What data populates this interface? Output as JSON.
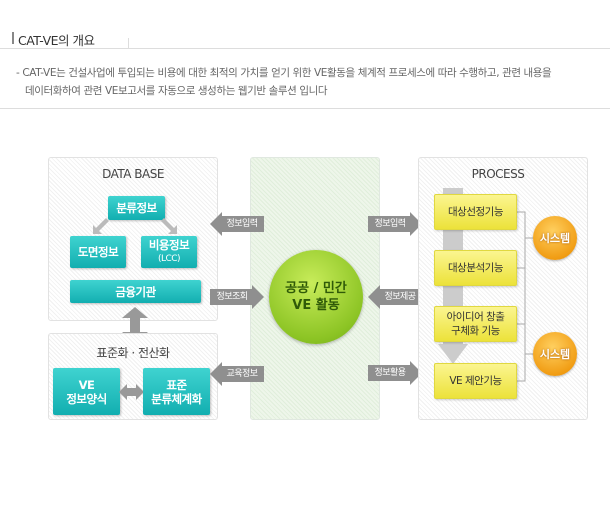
{
  "header": {
    "title": "CAT-VE의 개요"
  },
  "description": {
    "line1": "- CAT-VE는 건설사업에 투입되는 비용에 대한 최적의 가치를 얻기 위한 VE활동을 체계적 프로세스에 따라 수행하고, 관련 내용을",
    "line2": "데이터화하여 관련 VE보고서를 자동으로 생성하는 웹기반 솔루션 입니다"
  },
  "database": {
    "title": "DATA BASE",
    "classification": "분류정보",
    "drawing": "도면정보",
    "cost": "비용정보",
    "cost_sub": "(LCC)",
    "finance": "금융기관"
  },
  "standard": {
    "title": "표준화 · 전산화",
    "form_line1": "VE",
    "form_line2": "정보양식",
    "std_line1": "표준",
    "std_line2": "분류체계화"
  },
  "center": {
    "line1": "공공 / 민간",
    "line2": "VE 활동"
  },
  "arrows": {
    "input_left": "정보입력",
    "query": "정보조회",
    "education": "교육정보",
    "input_right": "정보입력",
    "provide": "정보제공",
    "utilize": "정보활용"
  },
  "process": {
    "title": "PROCESS",
    "steps": [
      "대상선정기능",
      "대상분석기능",
      "아이디어 창출",
      "구체화 기능",
      "VE 제안기능"
    ],
    "system": "시스템"
  }
}
